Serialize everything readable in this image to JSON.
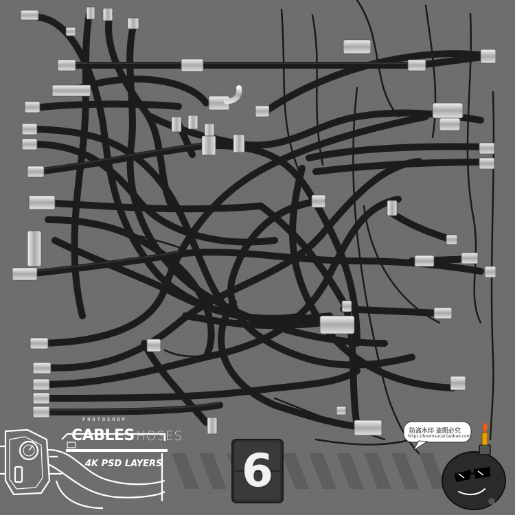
{
  "colors": {
    "background": "#6e6e6e",
    "hose": "#1c1c1c",
    "fitting": "#c9c9c9",
    "stripe": "#5e5e5e",
    "logo_line": "#ffffff",
    "watermark_bg": "#ffffff",
    "mascot_body": "#2a2a2a",
    "candle": "#e8a000"
  },
  "icons": {
    "logo_emblem": "gauge-emblem-icon",
    "mascot": "bomb-mascot-icon",
    "digit_plate": "number-plate-icon"
  },
  "logo": {
    "top_label": "PHOTOSHOP",
    "title_bold": "CABLES",
    "title_light": "HOSES",
    "spec_label": "4K PSD LAYERS"
  },
  "badge": {
    "digit": "6"
  },
  "watermark": {
    "line1": "防盗水印 盗图必究",
    "line2": "https://boomsucai.taobao.com"
  }
}
